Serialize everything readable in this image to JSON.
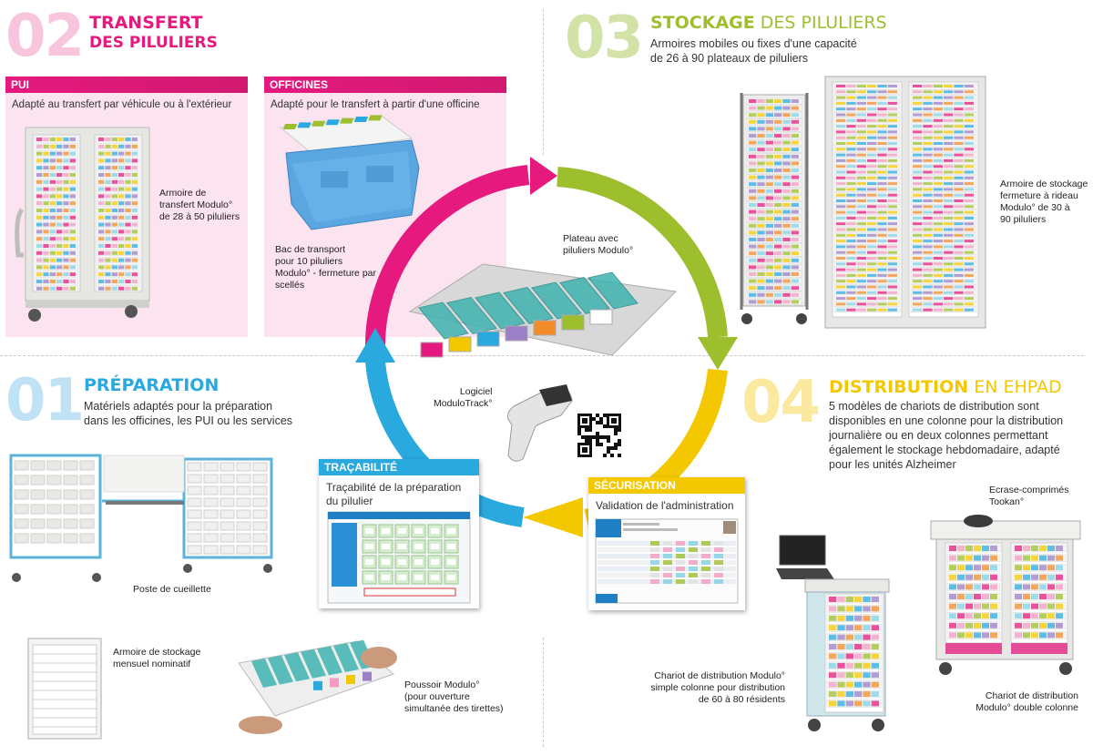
{
  "sections": {
    "s02": {
      "number": "02",
      "title_strong": "TRANSFERT",
      "title_line2": "DES PILULIERS"
    },
    "s03": {
      "number": "03",
      "title_strong": "STOCKAGE",
      "title_lite": " DES PILULIERS",
      "desc_line1": "Armoires mobiles ou fixes d'une capacité",
      "desc_line2": "de 26 à 90 plateaux de piluliers"
    },
    "s01": {
      "number": "01",
      "title_strong": "PRÉPARATION",
      "desc_line1": "Matériels adaptés pour la préparation",
      "desc_line2": "dans les officines, les PUI ou les services"
    },
    "s04": {
      "number": "04",
      "title_strong": "DISTRIBUTION",
      "title_lite": " EN EHPAD",
      "desc_line1": "5 modèles de chariots de distribution sont",
      "desc_line2": "disponibles en une colonne pour la distribution",
      "desc_line3": "journalière ou en deux colonnes permettant",
      "desc_line4": "également le stockage hebdomadaire, adapté",
      "desc_line5": "pour les unités Alzheimer"
    }
  },
  "panels": {
    "pui": {
      "tab": "PUI",
      "desc": "Adapté au transfert par véhicule ou à l'extérieur",
      "cap_line1": "Armoire de",
      "cap_line2": "transfert Modulo°",
      "cap_line3": "de 28 à 50 piluliers"
    },
    "officines": {
      "tab": "OFFICINES",
      "desc": "Adapté pour le transfert à partir d'une officine",
      "cap_line1": "Bac de transport",
      "cap_line2": "pour 10 piluliers",
      "cap_line3": "Modulo° - fermeture par",
      "cap_line4": "scellés"
    }
  },
  "captions": {
    "plateau_line1": "Plateau avec",
    "plateau_line2": "piluliers Modulo°",
    "logiciel_line1": "Logiciel",
    "logiciel_line2": "ModuloTrack°",
    "armoire_stock_line1": "Armoire de stockage",
    "armoire_stock_line2": "fermeture à rideau",
    "armoire_stock_line3": "Modulo° de 30 à",
    "armoire_stock_line4": "90 piluliers",
    "poste": "Poste de cueillette",
    "armoire_mensuel_line1": "Armoire de stockage",
    "armoire_mensuel_line2": "mensuel nominatif",
    "poussoir_line1": "Poussoir Modulo°",
    "poussoir_line2": "(pour ouverture",
    "poussoir_line3": "simultanée des tirettes)",
    "ecrase_line1": "Ecrase-comprimés",
    "ecrase_line2": "Tookan°",
    "chariot_simple_line1": "Chariot de distribution Modulo°",
    "chariot_simple_line2": "simple colonne pour distribution",
    "chariot_simple_line3": "de 60 à 80 résidents",
    "chariot_double_line1": "Chariot de distribution",
    "chariot_double_line2": "Modulo° double colonne"
  },
  "cards": {
    "tracabilite": {
      "header": "TRAÇABILITÉ",
      "text_line1": "Traçabilité de la préparation",
      "text_line2": "du pilulier"
    },
    "securisation": {
      "header": "SÉCURISATION",
      "text": "Validation de l'administration"
    }
  },
  "colors": {
    "magenta": "#e5197e",
    "pink_light": "#f7c5dc",
    "panel_bg": "#fbe3ef",
    "green": "#9dbf2e",
    "green_light": "#d3e3a8",
    "blue": "#2aa9df",
    "blue_light": "#bfe3f4",
    "yellow": "#f4c800",
    "yellow_light": "#fbe9a0"
  }
}
